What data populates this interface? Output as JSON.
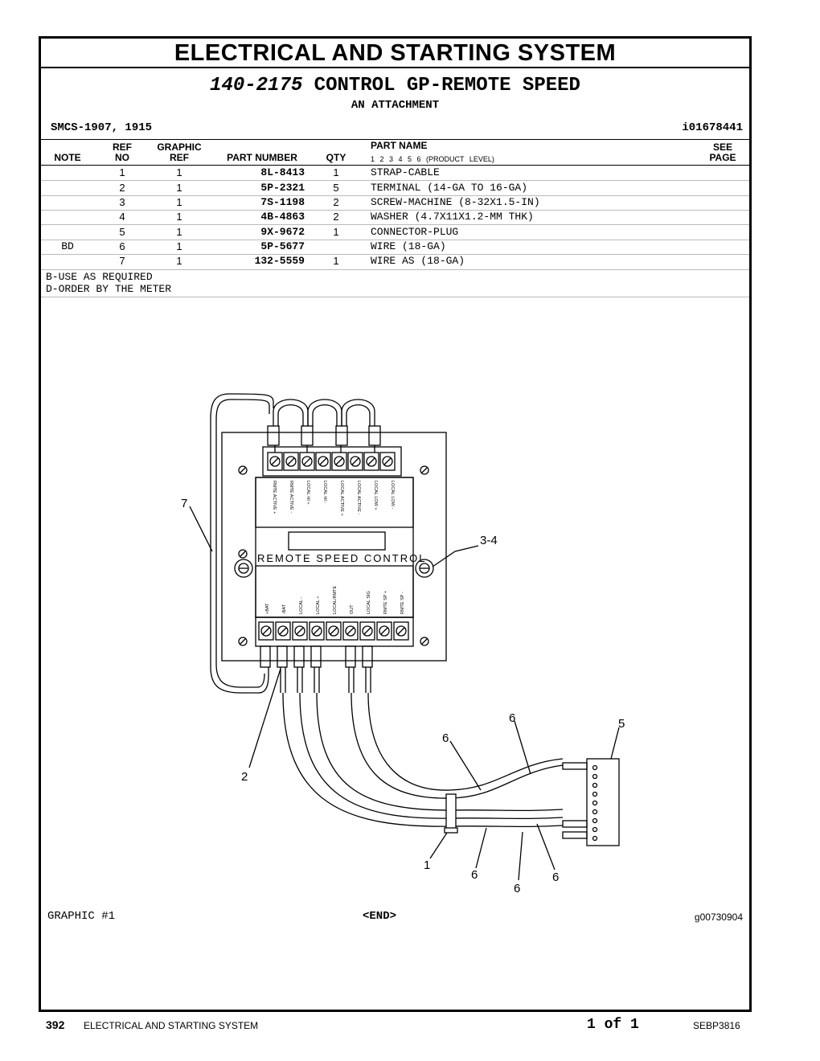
{
  "header": {
    "section_title": "ELECTRICAL AND STARTING SYSTEM",
    "group_number": "140-2175",
    "group_name": "CONTROL GP-REMOTE SPEED",
    "attachment": "AN ATTACHMENT",
    "smcs": "SMCS-1907, 1915",
    "doc_id": "i01678441"
  },
  "table": {
    "headers": {
      "note": "NOTE",
      "ref_top": "REF",
      "ref_bottom": "NO",
      "graphic_top": "GRAPHIC",
      "graphic_bottom": "REF",
      "part_number": "PART NUMBER",
      "qty": "QTY",
      "part_name": "PART NAME",
      "levels": "1 2 3 4 5 6 (PRODUCT LEVEL)",
      "see_top": "SEE",
      "see_bottom": "PAGE"
    },
    "rows": [
      {
        "note": "",
        "ref": "1",
        "graphic": "1",
        "part": "8L-8413",
        "qty": "1",
        "name": "STRAP-CABLE"
      },
      {
        "note": "",
        "ref": "2",
        "graphic": "1",
        "part": "5P-2321",
        "qty": "5",
        "name": "TERMINAL (14-GA TO 16-GA)"
      },
      {
        "note": "",
        "ref": "3",
        "graphic": "1",
        "part": "7S-1198",
        "qty": "2",
        "name": "SCREW-MACHINE (8-32X1.5-IN)"
      },
      {
        "note": "",
        "ref": "4",
        "graphic": "1",
        "part": "4B-4863",
        "qty": "2",
        "name": "WASHER (4.7X11X1.2-MM THK)"
      },
      {
        "note": "",
        "ref": "5",
        "graphic": "1",
        "part": "9X-9672",
        "qty": "1",
        "name": "CONNECTOR-PLUG"
      },
      {
        "note": "BD",
        "ref": "6",
        "graphic": "1",
        "part": "5P-5677",
        "qty": "",
        "name": "WIRE (18-GA)"
      },
      {
        "note": "",
        "ref": "7",
        "graphic": "1",
        "part": "132-5559",
        "qty": "1",
        "name": "WIRE AS (18-GA)"
      }
    ],
    "notes": [
      "B-USE AS REQUIRED",
      "D-ORDER BY THE METER"
    ]
  },
  "diagram": {
    "panel_title": "REMOTE SPEED CONTROL",
    "top_labels": [
      "RMTE ACTIVE +",
      "RMTE ACTIVE -",
      "LOCAL HI +",
      "LOCAL HI -",
      "LOCAL ACTIVE +",
      "LOCAL ACTIVE -",
      "LOCAL LOW +",
      "LOCAL LOW -"
    ],
    "bottom_labels": [
      "+BAT",
      "-BAT",
      "LOCAL -",
      "LOCAL +",
      "LOCAL/RMTE",
      "OUT",
      "LOCAL SIG",
      "RMTE SP +",
      "RMTE SP -"
    ],
    "callouts": {
      "c7": "7",
      "c34": "3-4",
      "c2": "2",
      "c5": "5",
      "c6a": "6",
      "c6b": "6",
      "c6c": "6",
      "c6d": "6",
      "c6e": "6",
      "c1": "1"
    }
  },
  "graphic_footer": {
    "label": "GRAPHIC #1",
    "end": "<END>",
    "id": "g00730904"
  },
  "footer": {
    "page": "392",
    "section": "ELECTRICAL AND STARTING SYSTEM",
    "page_of": "1 of 1",
    "book": "SEBP3816"
  }
}
